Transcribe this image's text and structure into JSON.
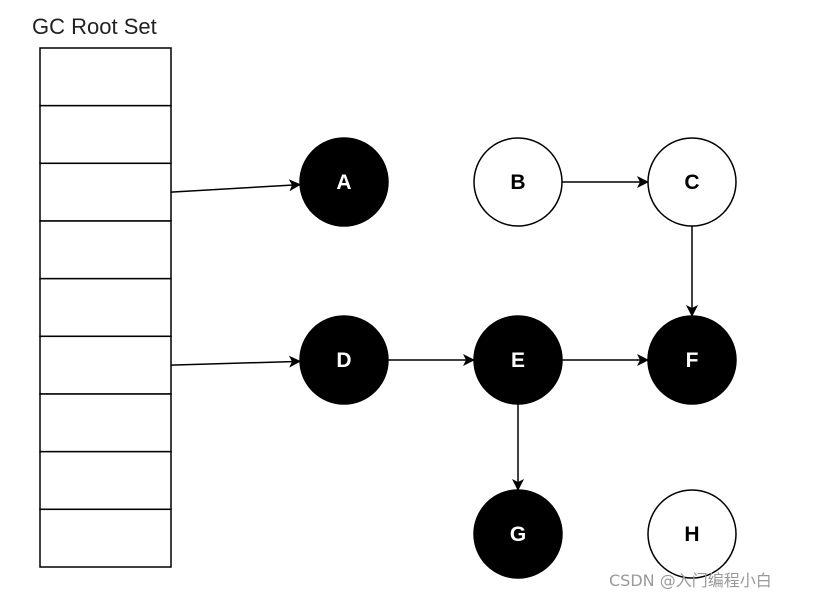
{
  "diagram": {
    "title": "GC Root Set",
    "root_slot_count": 9,
    "nodes": [
      {
        "id": "A",
        "label": "A",
        "reachable": true
      },
      {
        "id": "B",
        "label": "B",
        "reachable": false
      },
      {
        "id": "C",
        "label": "C",
        "reachable": false
      },
      {
        "id": "D",
        "label": "D",
        "reachable": true
      },
      {
        "id": "E",
        "label": "E",
        "reachable": true
      },
      {
        "id": "F",
        "label": "F",
        "reachable": true
      },
      {
        "id": "G",
        "label": "G",
        "reachable": true
      },
      {
        "id": "H",
        "label": "H",
        "reachable": false
      }
    ],
    "edges": [
      {
        "from": "root-slot-3",
        "to": "A"
      },
      {
        "from": "root-slot-6",
        "to": "D"
      },
      {
        "from": "B",
        "to": "C"
      },
      {
        "from": "C",
        "to": "F"
      },
      {
        "from": "D",
        "to": "E"
      },
      {
        "from": "E",
        "to": "F"
      },
      {
        "from": "E",
        "to": "G"
      }
    ],
    "colors": {
      "reachable_fill": "#000000",
      "reachable_text": "#ffffff",
      "unreachable_fill": "#ffffff",
      "unreachable_text": "#000000",
      "stroke": "#000000"
    }
  },
  "watermark": "CSDN @入门编程小白"
}
